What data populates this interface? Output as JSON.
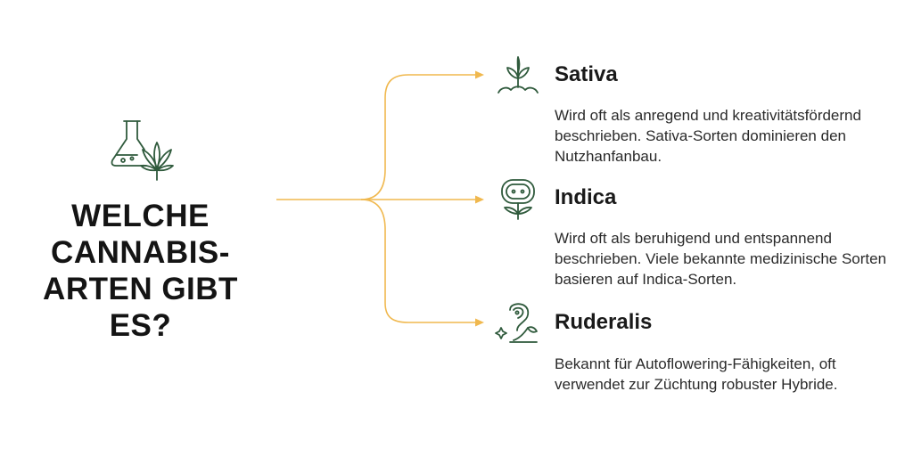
{
  "title": "WELCHE CANNABIS-ARTEN GIBT ES?",
  "colors": {
    "accent": "#f0b84e",
    "icon": "#2f5a3c",
    "text": "#1a1a1a"
  },
  "icons": {
    "header": "flask-and-leaf-icon"
  },
  "items": [
    {
      "title": "Sativa",
      "description": "Wird oft als anregend und kreativitätsfördernd beschrieben. Sativa-Sorten dominieren den Nutzhanfanbau.",
      "icon": "sprout-icon"
    },
    {
      "title": "Indica",
      "description": "Wird oft als beruhigend und entspannend beschrieben. Viele bekannte medizinische Sorten basieren auf Indica-Sorten.",
      "icon": "flower-pot-icon"
    },
    {
      "title": "Ruderalis",
      "description": "Bekannt für Autoflowering-Fähigkeiten, oft verwendet zur Züchtung robuster Hybride.",
      "icon": "wild-plant-icon"
    }
  ]
}
